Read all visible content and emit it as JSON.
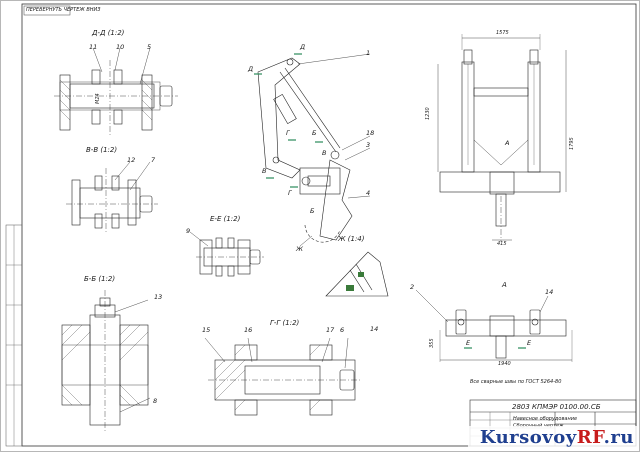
{
  "sheet": {
    "top_stamp": "ПЕРЕВЕРНУТЬ ЧЕРТЕЖ ВНИЗ",
    "doc_code": "2803 КПМЭР 0100.00.СБ",
    "doc_title_line1": "Навесное оборудование",
    "doc_title_line2": "Сборочный чертеж",
    "weld_note": "Все сварные швы по ГОСТ 5264-80",
    "brand": {
      "main": "Kursovoy",
      "accent": "RF",
      "suffix": ".ru"
    }
  },
  "sections": {
    "dd": "Д-Д (1:2)",
    "vv": "В-В (1:2)",
    "bb": "Б-Б (1:2)",
    "ee": "Е-Е (1:2)",
    "gg": "Г-Г (1:2)",
    "zh": "Ж (1:4)",
    "a": "А"
  },
  "callouts": [
    "1",
    "2",
    "3",
    "4",
    "5",
    "6",
    "7",
    "8",
    "9",
    "10",
    "11",
    "12",
    "13",
    "14",
    "15",
    "16",
    "17",
    "18"
  ],
  "section_marks": {
    "d": "Д",
    "v": "В",
    "g": "Г",
    "b": "Б",
    "e": "Е",
    "zh": "Ж",
    "a": "А"
  },
  "dimensions": {
    "width_top": "1575",
    "height_left": "1230",
    "height_right": "1795",
    "bottom": "415",
    "plan_width": "1940",
    "plan_height": "355",
    "bolt": "М24"
  }
}
